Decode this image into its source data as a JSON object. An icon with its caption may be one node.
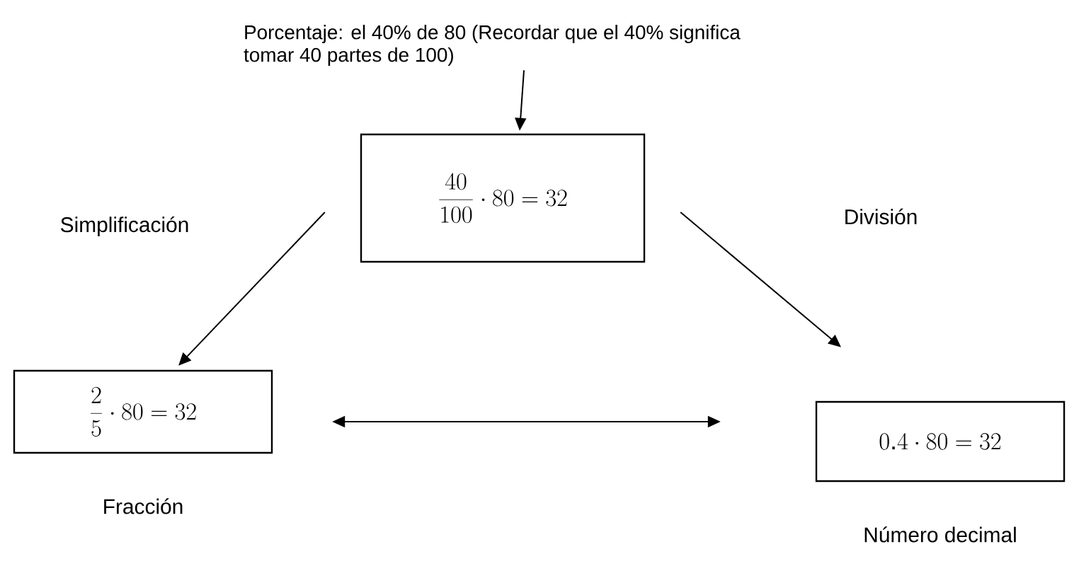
{
  "diagram": {
    "nodes": [
      {
        "text": [
          "Porcentaje: el 40% de 80 (Recordar que el 40% significa tomar 40 partes de  100)"
        ]
      },
      {
        "text": [
          "\\frac{40}{100} \\cdot 80 = 32"
        ]
      },
      {
        "text": [
          "\\frac{2}{5} \\cdot 80 = 32"
        ],
        "beside": [
          "Fracción"
        ]
      },
      {
        "text": [
          "0.4 \\cdot 80 = 32"
        ],
        "beside": [
          "Número decimal"
        ]
      }
    ],
    "edges": [
      {
        "from": 0,
        "to": 1,
        "arrow": "to"
      },
      {
        "from": 1,
        "to": 2,
        "arrow": "to",
        "label": "Simplificación"
      },
      {
        "from": 1,
        "to": 3,
        "arrow": "to",
        "label": "División"
      },
      {
        "from": 2,
        "to": 3,
        "arrow": "both"
      }
    ]
  }
}
